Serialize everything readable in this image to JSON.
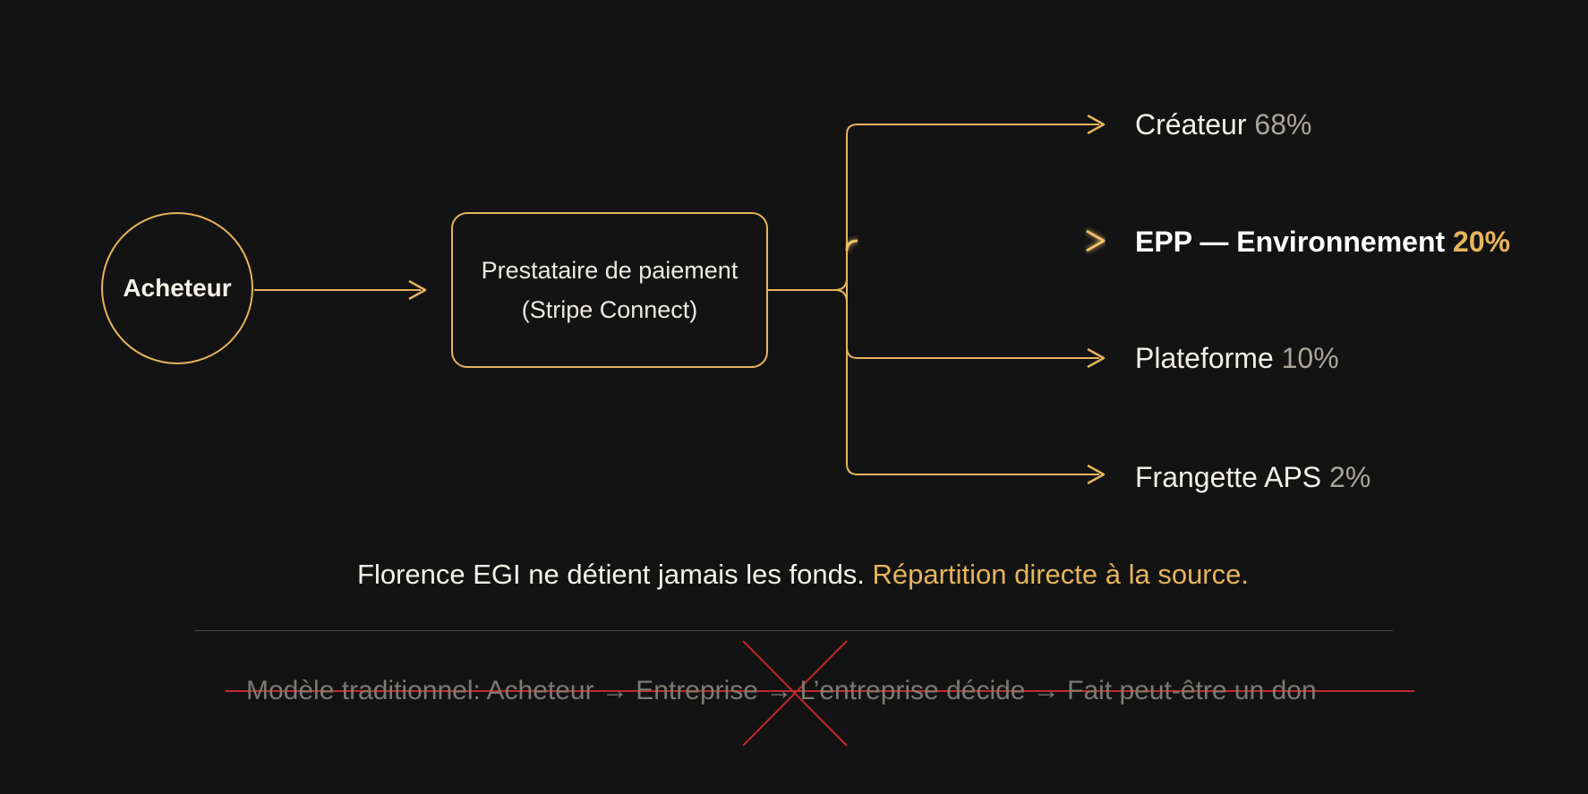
{
  "colors": {
    "background": "#131313",
    "accent": "#e6b45c",
    "text": "#f4f1ea",
    "muted_percent": "#a9a59c",
    "strike": "#c0282d",
    "traditional_text": "#7d7a74"
  },
  "nodes": {
    "buyer": "Acheteur",
    "processor_line1": "Prestataire de paiement",
    "processor_line2": "(Stripe Connect)"
  },
  "destinations": [
    {
      "label": "Créateur",
      "percent": "68%",
      "highlighted": false
    },
    {
      "label": "EPP — Environnement",
      "percent": "20%",
      "highlighted": true
    },
    {
      "label": "Plateforme",
      "percent": "10%",
      "highlighted": false
    },
    {
      "label": "Frangette APS",
      "percent": "2%",
      "highlighted": false
    }
  ],
  "tagline": {
    "main": "Florence EGI ne détient jamais les fonds.",
    "accent": "Répartition directe à la source."
  },
  "traditional_model": "Modèle traditionnel: Acheteur → Entreprise → L’entreprise décide → Fait peut-être un don",
  "icons": {
    "arrows": "arrow-right-icon",
    "cross": "red-x-cross-icon"
  }
}
